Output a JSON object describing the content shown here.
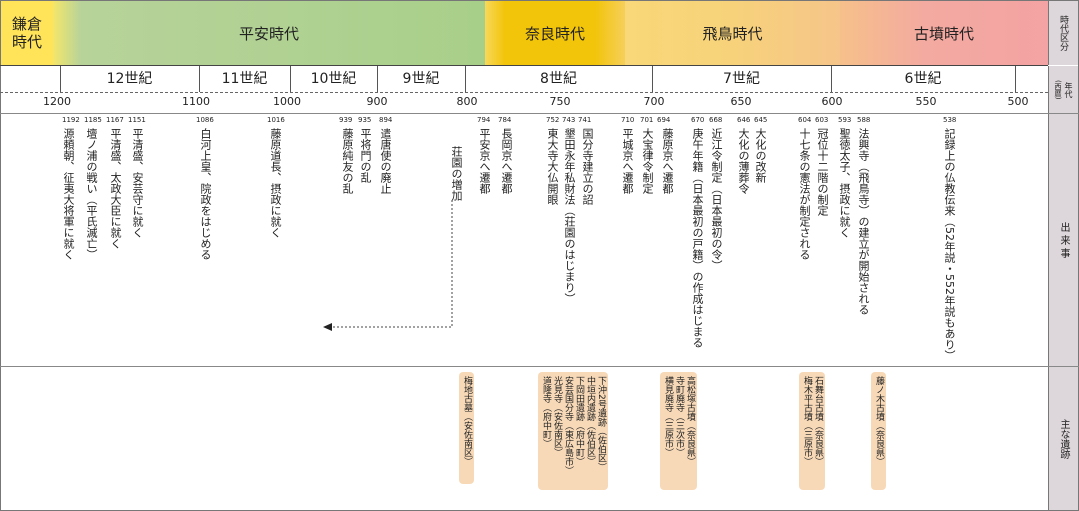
{
  "eras": {
    "kamakura_line1": "鎌倉",
    "kamakura_line2": "時代",
    "heian": "平安時代",
    "nara": "奈良時代",
    "asuka": "飛鳥時代",
    "kofun": "古墳時代"
  },
  "right_labels": {
    "era_div": "時代区分",
    "nendai": "年代",
    "seireki": "(西暦)",
    "events": "出 来 事",
    "sites": "主な遺跡"
  },
  "centuries": [
    "12世紀",
    "11世紀",
    "10世紀",
    "9世紀",
    "8世紀",
    "7世紀",
    "6世紀"
  ],
  "ticks": [
    "1200",
    "1100",
    "1000",
    "900",
    "800",
    "750",
    "700",
    "650",
    "600",
    "550",
    "500"
  ],
  "years": {
    "y1192": "1192",
    "y1185": "1185",
    "y1167": "1167",
    "y1151": "1151",
    "y1086": "1086",
    "y1016": "1016",
    "y939": "939",
    "y935": "935",
    "y894": "894",
    "y794": "794",
    "y784": "784",
    "y752": "752",
    "y743": "743",
    "y741": "741",
    "y710": "710",
    "y701": "701",
    "y694": "694",
    "y670": "670",
    "y668": "668",
    "y646": "646",
    "y645": "645",
    "y604": "604",
    "y603": "603",
    "y593": "593",
    "y588": "588",
    "y538": "538"
  },
  "events": {
    "e1192": "源頼朝、征夷大将軍に就く",
    "e1185": "壇ノ浦の戦い（平氏滅亡）",
    "e1167": "平清盛、太政大臣に就く",
    "e1151": "平清盛、安芸守に就く",
    "e1086": "白河上皇、院政をはじめる",
    "e1016": "藤原道長、摂政に就く",
    "e939": "藤原純友の乱",
    "e935": "平将門の乱",
    "e894": "遣唐使の廃止",
    "shoen": "荘園の増加",
    "e794": "平安京へ遷都",
    "e784": "長岡京へ遷都",
    "e752": "東大寺大仏開眼",
    "e743": "墾田永年私財法（荘園のはじまり）",
    "e741": "国分寺建立の詔",
    "e710": "平城京へ遷都",
    "e701": "大宝律令制定",
    "e694": "藤原京へ遷都",
    "e670": "庚午年籍（日本最初の戸籍）の作成はじまる",
    "e668": "近江令制定（日本最初の令）",
    "e646": "大化の薄葬令",
    "e645": "大化の改新",
    "e604": "十七条の憲法が制定される",
    "e603": "冠位十二階の制定",
    "e593": "聖徳太子、摂政に就く",
    "e588": "法興寺（飛鳥寺）の建立が開始される",
    "e538": "記録上の仏教伝来（52年説・552年説もあり）"
  },
  "sites": {
    "s1": [
      "梅地古墓（安佐南区）"
    ],
    "s2": [
      "下沖2号遺跡（佐伯区）",
      "中垣内遺跡（佐伯区）",
      "下岡田遺跡（府中町）",
      "安芸国分寺（東広島市）",
      "光見寺（安佐南区）",
      "道隆寺（府中町）"
    ],
    "s3": [
      "高松塚古墳（奈良県）",
      "寺町廃寺（三次市）",
      "横見廃寺（三原市）"
    ],
    "s4": [
      "石舞台古墳（奈良県）",
      "梅木平古墳（三原市）"
    ],
    "s5": [
      "藤ノ木古墳（奈良県）"
    ]
  }
}
